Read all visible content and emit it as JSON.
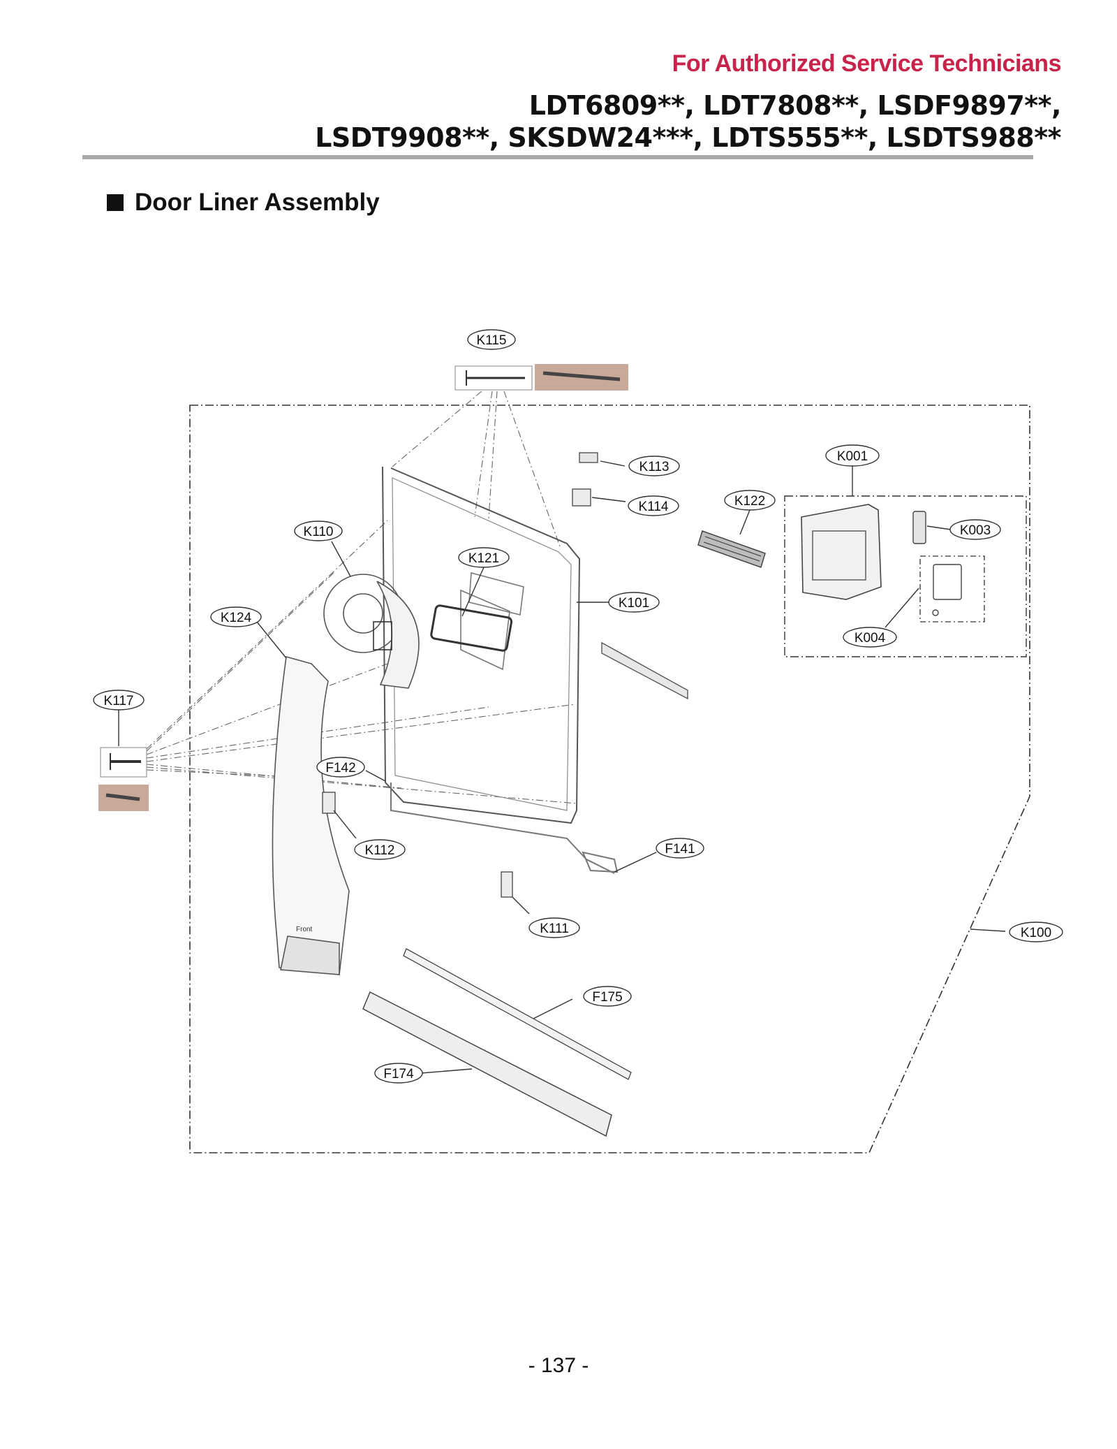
{
  "header": {
    "tag": "For Authorized Service Technicians",
    "models_line1": "LDT6809**, LDT7808**, LSDF9897**,",
    "models_line2": "LSDT9908**, SKSDW24***, LDTS555**, LSDTS988**"
  },
  "section": {
    "title": "Door Liner Assembly"
  },
  "diagram": {
    "callouts": {
      "k115": "K115",
      "k113": "K113",
      "k114": "K114",
      "k001": "K001",
      "k122": "K122",
      "k003": "K003",
      "k110": "K110",
      "k121": "K121",
      "k101": "K101",
      "k124": "K124",
      "k004": "K004",
      "k117": "K117",
      "f142": "F142",
      "k112": "K112",
      "f141": "F141",
      "k111": "K111",
      "k100": "K100",
      "f175": "F175",
      "f174": "F174"
    },
    "door_label": "Front"
  },
  "footer": {
    "page": "- 137 -"
  }
}
